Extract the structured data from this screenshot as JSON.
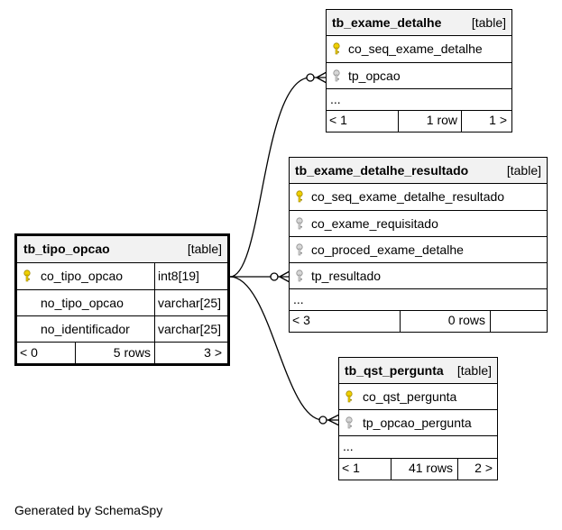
{
  "tb_exame_detalhe": {
    "name": "tb_exame_detalhe",
    "kind": "[table]",
    "columns": [
      {
        "name": "co_seq_exame_detalhe",
        "key": "primary"
      },
      {
        "name": "tp_opcao",
        "key": "foreign"
      }
    ],
    "ellipsis": "...",
    "footer": {
      "parents": "< 1",
      "rows": "1 row",
      "children": "1 >"
    }
  },
  "tb_exame_detalhe_resultado": {
    "name": "tb_exame_detalhe_resultado",
    "kind": "[table]",
    "columns": [
      {
        "name": "co_seq_exame_detalhe_resultado",
        "key": "primary"
      },
      {
        "name": "co_exame_requisitado",
        "key": "foreign"
      },
      {
        "name": "co_proced_exame_detalhe",
        "key": "foreign"
      },
      {
        "name": "tp_resultado",
        "key": "foreign"
      }
    ],
    "ellipsis": "...",
    "footer": {
      "parents": "< 3",
      "rows": "0 rows",
      "children": ""
    }
  },
  "tb_tipo_opcao": {
    "name": "tb_tipo_opcao",
    "kind": "[table]",
    "columns": [
      {
        "name": "co_tipo_opcao",
        "type": "int8[19]",
        "key": "primary"
      },
      {
        "name": "no_tipo_opcao",
        "type": "varchar[25]",
        "key": "none"
      },
      {
        "name": "no_identificador",
        "type": "varchar[25]",
        "key": "none"
      }
    ],
    "footer": {
      "parents": "< 0",
      "rows": "5 rows",
      "children": "3 >"
    }
  },
  "tb_qst_pergunta": {
    "name": "tb_qst_pergunta",
    "kind": "[table]",
    "columns": [
      {
        "name": "co_qst_pergunta",
        "key": "primary"
      },
      {
        "name": "tp_opcao_pergunta",
        "key": "foreign"
      }
    ],
    "ellipsis": "...",
    "footer": {
      "parents": "< 1",
      "rows": "41 rows",
      "children": "2 >"
    }
  },
  "colors": {
    "primary_key": "#f0d000",
    "foreign_key": "#b4b4b4",
    "header_bg": "#f2f2f2"
  },
  "credit": "Generated by SchemaSpy"
}
